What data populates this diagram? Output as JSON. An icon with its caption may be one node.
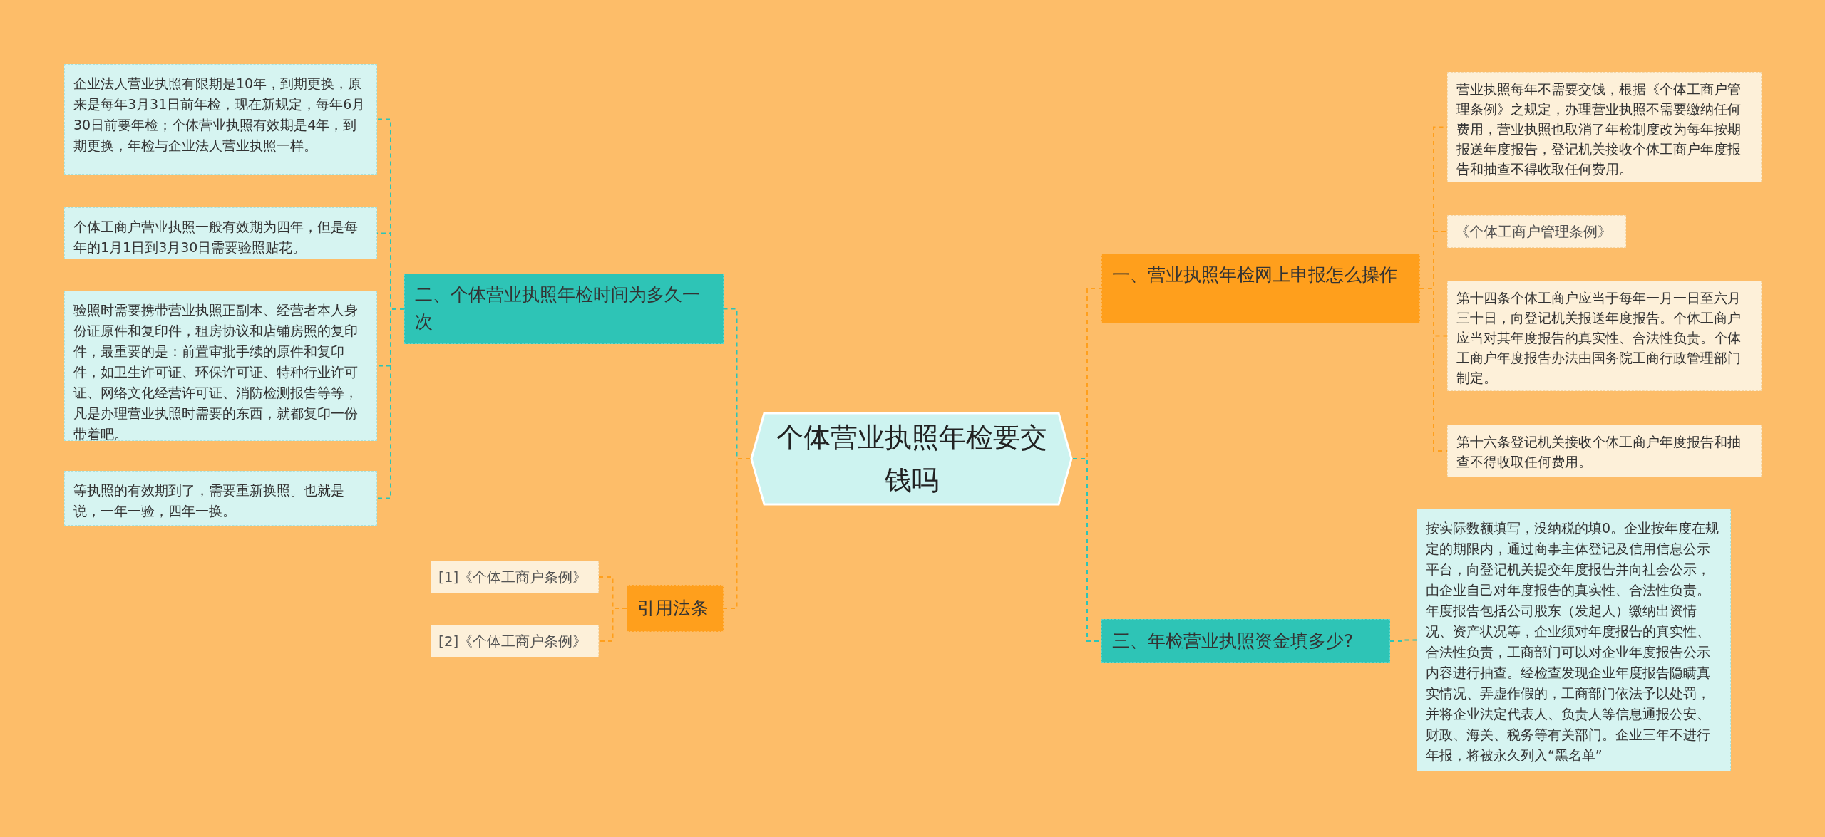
{
  "diagram": {
    "nodes": [
      {
        "text": [
          "个体营业执照年检要交钱吗"
        ]
      },
      {
        "text": [
          "二、个体营业执照年检时间为多久一次"
        ]
      },
      {
        "text": [
          "企业法人营业执照有限期是10年，到期更换，原来是每年3月31日前年检，现在新规定，每年6月30日前要年检；个体营业执照有效期是4年，到期更换，年检与企业法人营业执照一样。"
        ]
      },
      {
        "text": [
          "个体工商户营业执照一般有效期为四年，但是每年的1月1日到3月30日需要验照贴花。"
        ]
      },
      {
        "text": [
          "验照时需要携带营业执照正副本、经营者本人身份证原件和复印件，租房协议和店铺房照的复印件，最重要的是：前置审批手续的原件和复印件，如卫生许可证、环保许可证、特种行业许可证、网络文化经营许可证、消防检测报告等等，凡是办理营业执照时需要的东西，就都复印一份带着吧。"
        ]
      },
      {
        "text": [
          "等执照的有效期到了，需要重新换照。也就是说，一年一验，四年一换。"
        ]
      },
      {
        "text": [
          "引用法条"
        ]
      },
      {
        "text": [
          "[1]《个体工商户条例》"
        ]
      },
      {
        "text": [
          "[2]《个体工商户条例》"
        ]
      },
      {
        "text": [
          "一、营业执照年检网上申报怎么操作"
        ]
      },
      {
        "text": [
          "营业执照每年不需要交钱，根据《个体工商户管理条例》之规定，办理营业执照不需要缴纳任何费用，营业执照也取消了年检制度改为每年按期报送年度报告，登记机关接收个体工商户年度报告和抽查不得收取任何费用。"
        ]
      },
      {
        "text": [
          "《个体工商户管理条例》"
        ]
      },
      {
        "text": [
          "第十四条个体工商户应当于每年一月一日至六月三十日，向登记机关报送年度报告。个体工商户应当对其年度报告的真实性、合法性负责。个体工商户年度报告办法由国务院工商行政管理部门制定。"
        ]
      },
      {
        "text": [
          "第十六条登记机关接收个体工商户年度报告和抽查不得收取任何费用。"
        ]
      },
      {
        "text": [
          "三、年检营业执照资金填多少?"
        ]
      },
      {
        "text": [
          "按实际数额填写，没纳税的填0。企业按年度在规定的期限内，通过商事主体登记及信用信息公示平台，向登记机关提交年度报告并向社会公示，由企业自己对年度报告的真实性、合法性负责。年度报告包括公司股东（发起人）缴纳出资情况、资产状况等，企业须对年度报告的真实性、合法性负责，工商部门可以对企业年度报告公示内容进行抽查。经检查发现企业年度报告隐瞒真实情况、弄虚作假的，工商部门依法予以处罚，并将企业法定代表人、负责人等信息通报公安、财政、海关、税务等有关部门。企业三年不进行年报，将被永久列入“黑名单”"
        ]
      }
    ],
    "edges": [
      {
        "from": 0,
        "to": 1,
        "arrow": "none",
        "style": "dashed",
        "color": "#2ec4b6"
      },
      {
        "from": 1,
        "to": 2,
        "arrow": "none",
        "style": "dashed",
        "color": "#2ec4b6"
      },
      {
        "from": 1,
        "to": 3,
        "arrow": "none",
        "style": "dashed",
        "color": "#2ec4b6"
      },
      {
        "from": 1,
        "to": 4,
        "arrow": "none",
        "style": "dashed",
        "color": "#2ec4b6"
      },
      {
        "from": 1,
        "to": 5,
        "arrow": "none",
        "style": "dashed",
        "color": "#2ec4b6"
      },
      {
        "from": 0,
        "to": 6,
        "arrow": "none",
        "style": "dashed",
        "color": "#ff9f1c"
      },
      {
        "from": 6,
        "to": 7,
        "arrow": "none",
        "style": "dashed",
        "color": "#ff9f1c"
      },
      {
        "from": 6,
        "to": 8,
        "arrow": "none",
        "style": "dashed",
        "color": "#ff9f1c"
      },
      {
        "from": 0,
        "to": 9,
        "arrow": "none",
        "style": "dashed",
        "color": "#ff9f1c"
      },
      {
        "from": 9,
        "to": 10,
        "arrow": "none",
        "style": "dashed",
        "color": "#ff9f1c"
      },
      {
        "from": 9,
        "to": 11,
        "arrow": "none",
        "style": "dashed",
        "color": "#ff9f1c"
      },
      {
        "from": 9,
        "to": 12,
        "arrow": "none",
        "style": "dashed",
        "color": "#ff9f1c"
      },
      {
        "from": 9,
        "to": 13,
        "arrow": "none",
        "style": "dashed",
        "color": "#ff9f1c"
      },
      {
        "from": 0,
        "to": 14,
        "arrow": "none",
        "style": "dashed",
        "color": "#2ec4b6"
      },
      {
        "from": 14,
        "to": 15,
        "arrow": "none",
        "style": "dashed",
        "color": "#2ec4b6"
      }
    ]
  }
}
